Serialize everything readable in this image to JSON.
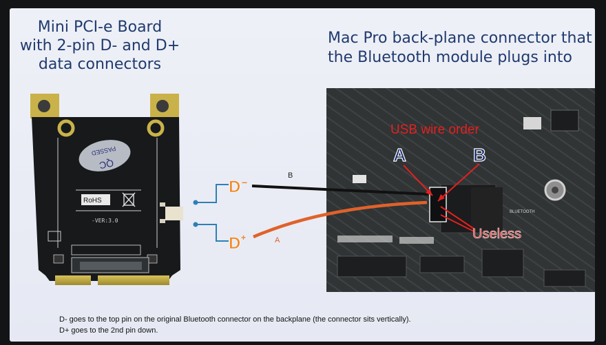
{
  "left_title": [
    "Mini PCI-e Board",
    "with 2-pin D- and D+",
    "data connectors"
  ],
  "right_title": [
    "Mac Pro back-plane connector that",
    "the Bluetooth module plugs into"
  ],
  "board": {
    "sticker_line1": "QC",
    "sticker_line2": "PASSED",
    "rohs": "RoHS",
    "version": "-VER:3.0"
  },
  "pins": {
    "d_minus": "D",
    "d_minus_sign": "−",
    "d_plus": "D",
    "d_plus_sign": "+",
    "wire_b": "B",
    "wire_a": "A"
  },
  "backplane": {
    "usb_wire_order": "USB wire order",
    "label_a": "A",
    "label_b": "B",
    "useless": "Useless",
    "bluetooth": "BLUETOOTH"
  },
  "caption": [
    "D- goes to the top pin on the original Bluetooth connector on the backplane (the connector sits vertically).",
    "D+ goes to the 2nd pin down."
  ],
  "colors": {
    "title": "#1f3a6e",
    "wire_a": "#e0622a",
    "wire_b": "#111111",
    "annotation_red": "#e5201e",
    "annotation_blue": "#1b2f6e",
    "pin_orange": "#ef8a2a",
    "connector_blue": "#2e7fb4"
  }
}
